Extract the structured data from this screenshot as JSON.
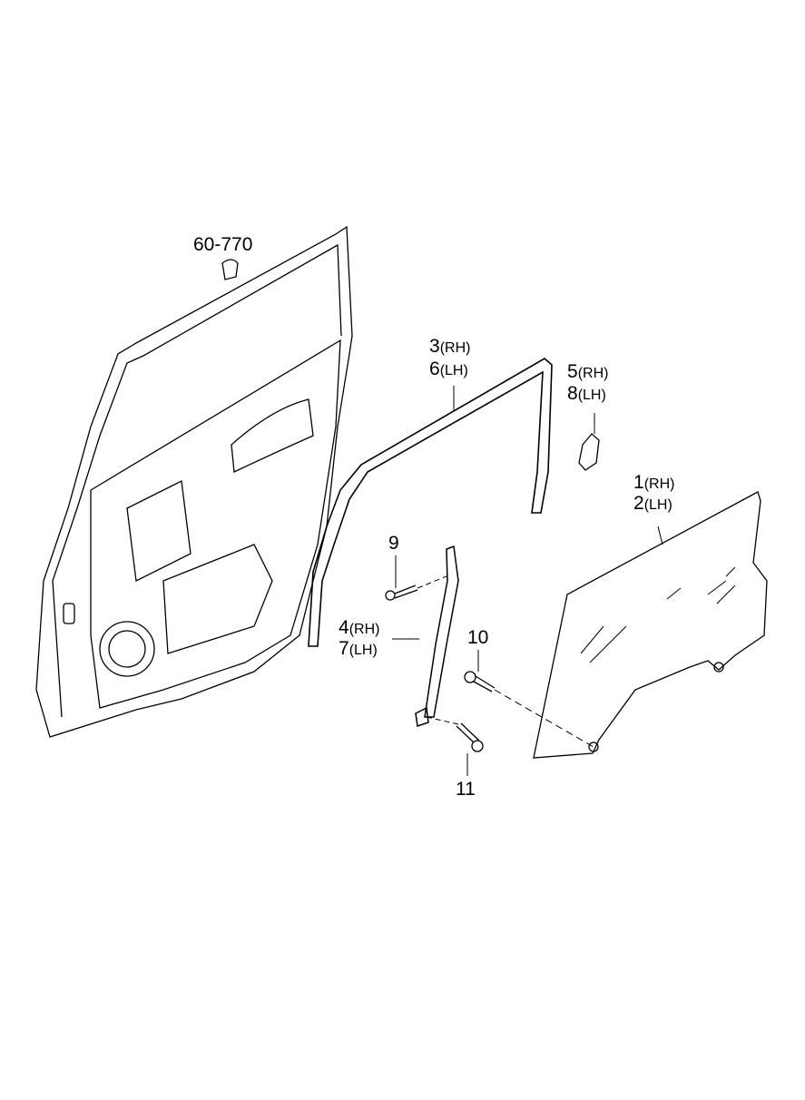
{
  "labels": {
    "ref_6070": "60-770",
    "p3": {
      "num": "3",
      "side": "(RH)"
    },
    "p6": {
      "num": "6",
      "side": "(LH)"
    },
    "p5": {
      "num": "5",
      "side": "(RH)"
    },
    "p8": {
      "num": "8",
      "side": "(LH)"
    },
    "p1": {
      "num": "1",
      "side": "(RH)"
    },
    "p2": {
      "num": "2",
      "side": "(LH)"
    },
    "p9": "9",
    "p4": {
      "num": "4",
      "side": "(RH)"
    },
    "p7": {
      "num": "7",
      "side": "(LH)"
    },
    "p10": "10",
    "p11": "11"
  }
}
